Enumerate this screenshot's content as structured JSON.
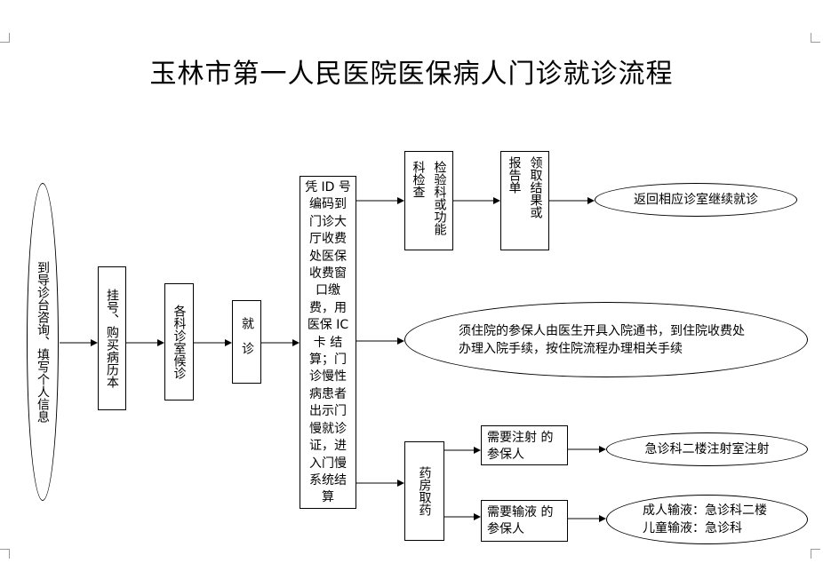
{
  "title": "玉林市第一人民医院医保病人门诊就诊流程",
  "nodes": {
    "consult": "到导诊台咨询、填写个人信息",
    "register": "挂号、购买病历本",
    "wait": "各科诊室候诊",
    "visit": "就诊",
    "pay_line1": "凭 ID 号编码到门诊大厅收费处医保收费窗口缴费，用医保 IC 卡 结算；门诊慢性病患者出示门慢就诊证，进入门慢系统结算",
    "exam": "检验科或功能科检查",
    "report": "领取结果或报告单",
    "return": "返回相应诊室继续就诊",
    "inpatient": "须住院的参保人由医生开具入院通书，到住院收费处办理入院手续，按住院流程办理相关手续",
    "pharmacy": "药房取药",
    "injection_need": "需要注射 的参保人",
    "injection_place": "急诊科二楼注射室注射",
    "infusion_need": "需要输液 的参保人",
    "infusion_adult": "成人输液：急诊科二楼",
    "infusion_child": "儿童输液：急诊科"
  }
}
